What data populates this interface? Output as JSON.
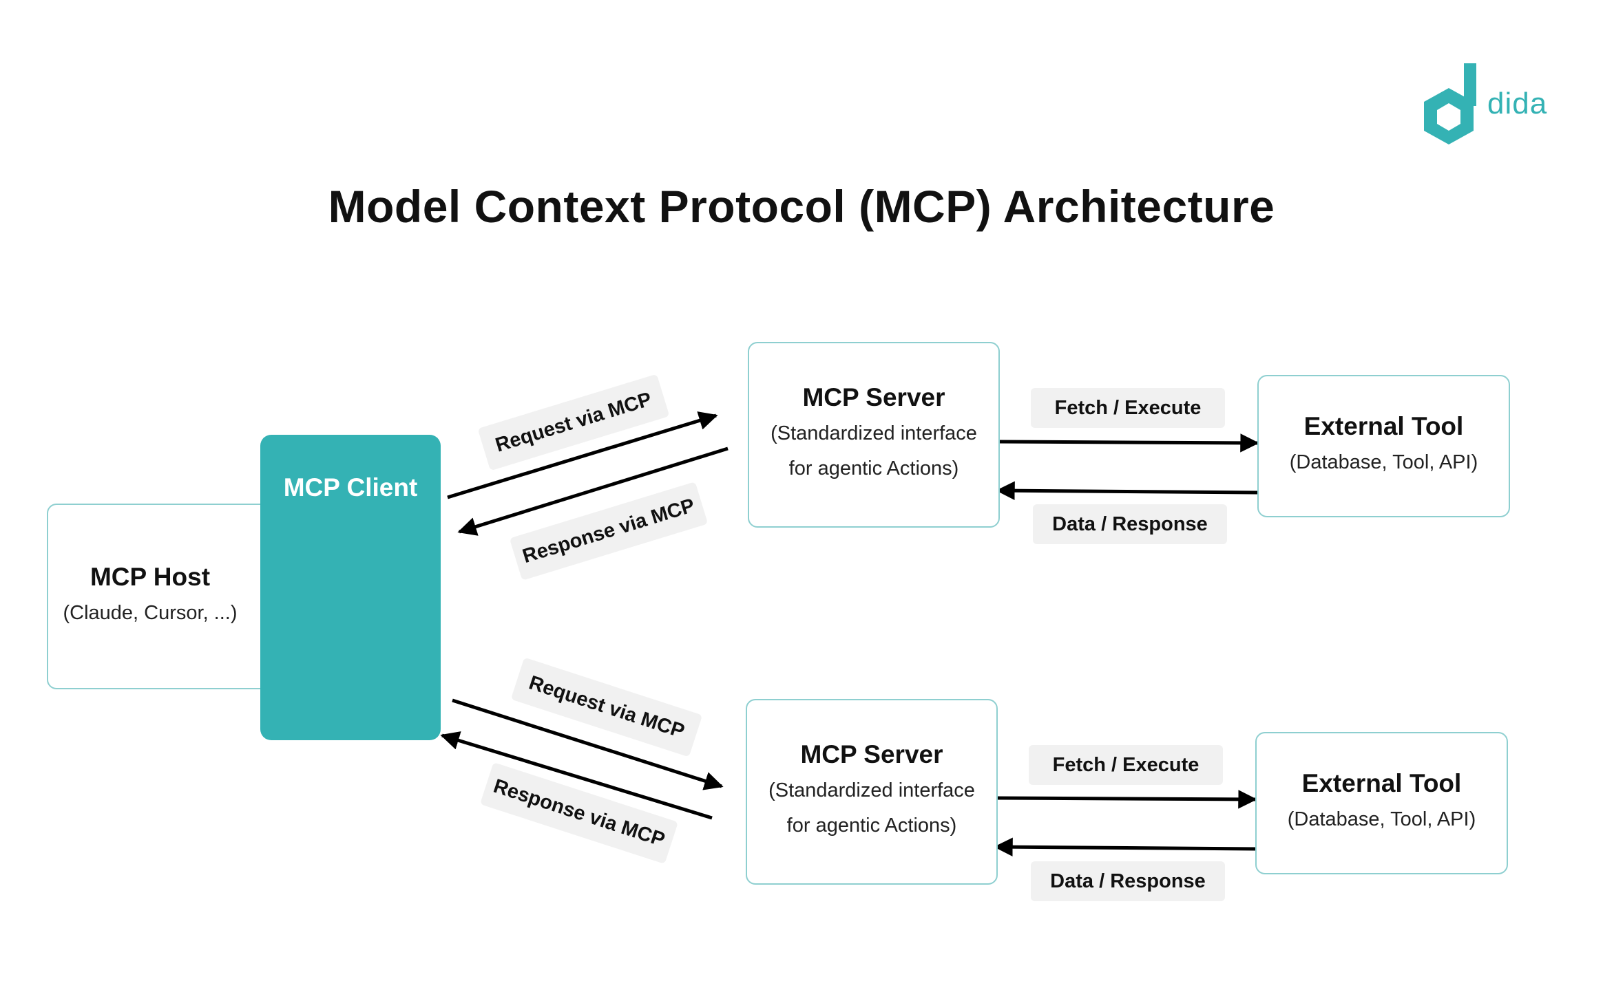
{
  "logo": {
    "text": "dida",
    "color": "#34b2b4"
  },
  "title": "Model Context Protocol (MCP) Architecture",
  "host": {
    "title": "MCP Host",
    "subtitle": "(Claude, Cursor, ...)"
  },
  "client": {
    "title": "MCP Client",
    "color": "#34b2b4"
  },
  "servers": [
    {
      "title": "MCP Server",
      "line1": "(Standardized interface",
      "line2": "for agentic Actions)"
    },
    {
      "title": "MCP Server",
      "line1": "(Standardized interface",
      "line2": "for agentic Actions)"
    }
  ],
  "tools": [
    {
      "title": "External Tool",
      "subtitle": "(Database, Tool, API)"
    },
    {
      "title": "External Tool",
      "subtitle": "(Database, Tool, API)"
    }
  ],
  "labels": {
    "request": "Request via MCP",
    "response": "Response via MCP",
    "fetch": "Fetch / Execute",
    "data": "Data / Response"
  },
  "colors": {
    "border": "#8ecfd0",
    "tag_bg": "#f1f1f1",
    "arrow": "#000000"
  }
}
